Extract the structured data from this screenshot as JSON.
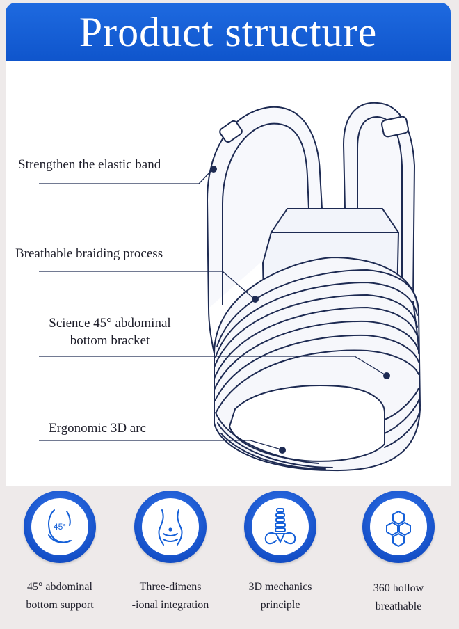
{
  "header": {
    "title": "Product structure"
  },
  "callouts": {
    "elastic_band": "Strengthen the elastic band",
    "breathable": "Breathable braiding process",
    "bracket_line1": "Science 45° abdominal",
    "bracket_line2": "bottom bracket",
    "arc": "Ergonomic 3D arc"
  },
  "features": [
    {
      "icon": "belly-support-icon",
      "icon_text": "45°",
      "line1": "45° abdominal",
      "line2": "bottom support"
    },
    {
      "icon": "waist-torso-icon",
      "line1": "Three-dimens",
      "line2": "-ional integration"
    },
    {
      "icon": "spine-pelvis-icon",
      "line1": "3D mechanics",
      "line2": "principle"
    },
    {
      "icon": "hexagon-mesh-icon",
      "line1": "360 hollow",
      "line2": "breathable"
    }
  ],
  "colors": {
    "brand_blue": "#1560d8",
    "line_navy": "#1d2a52",
    "text": "#1e1e2a"
  }
}
